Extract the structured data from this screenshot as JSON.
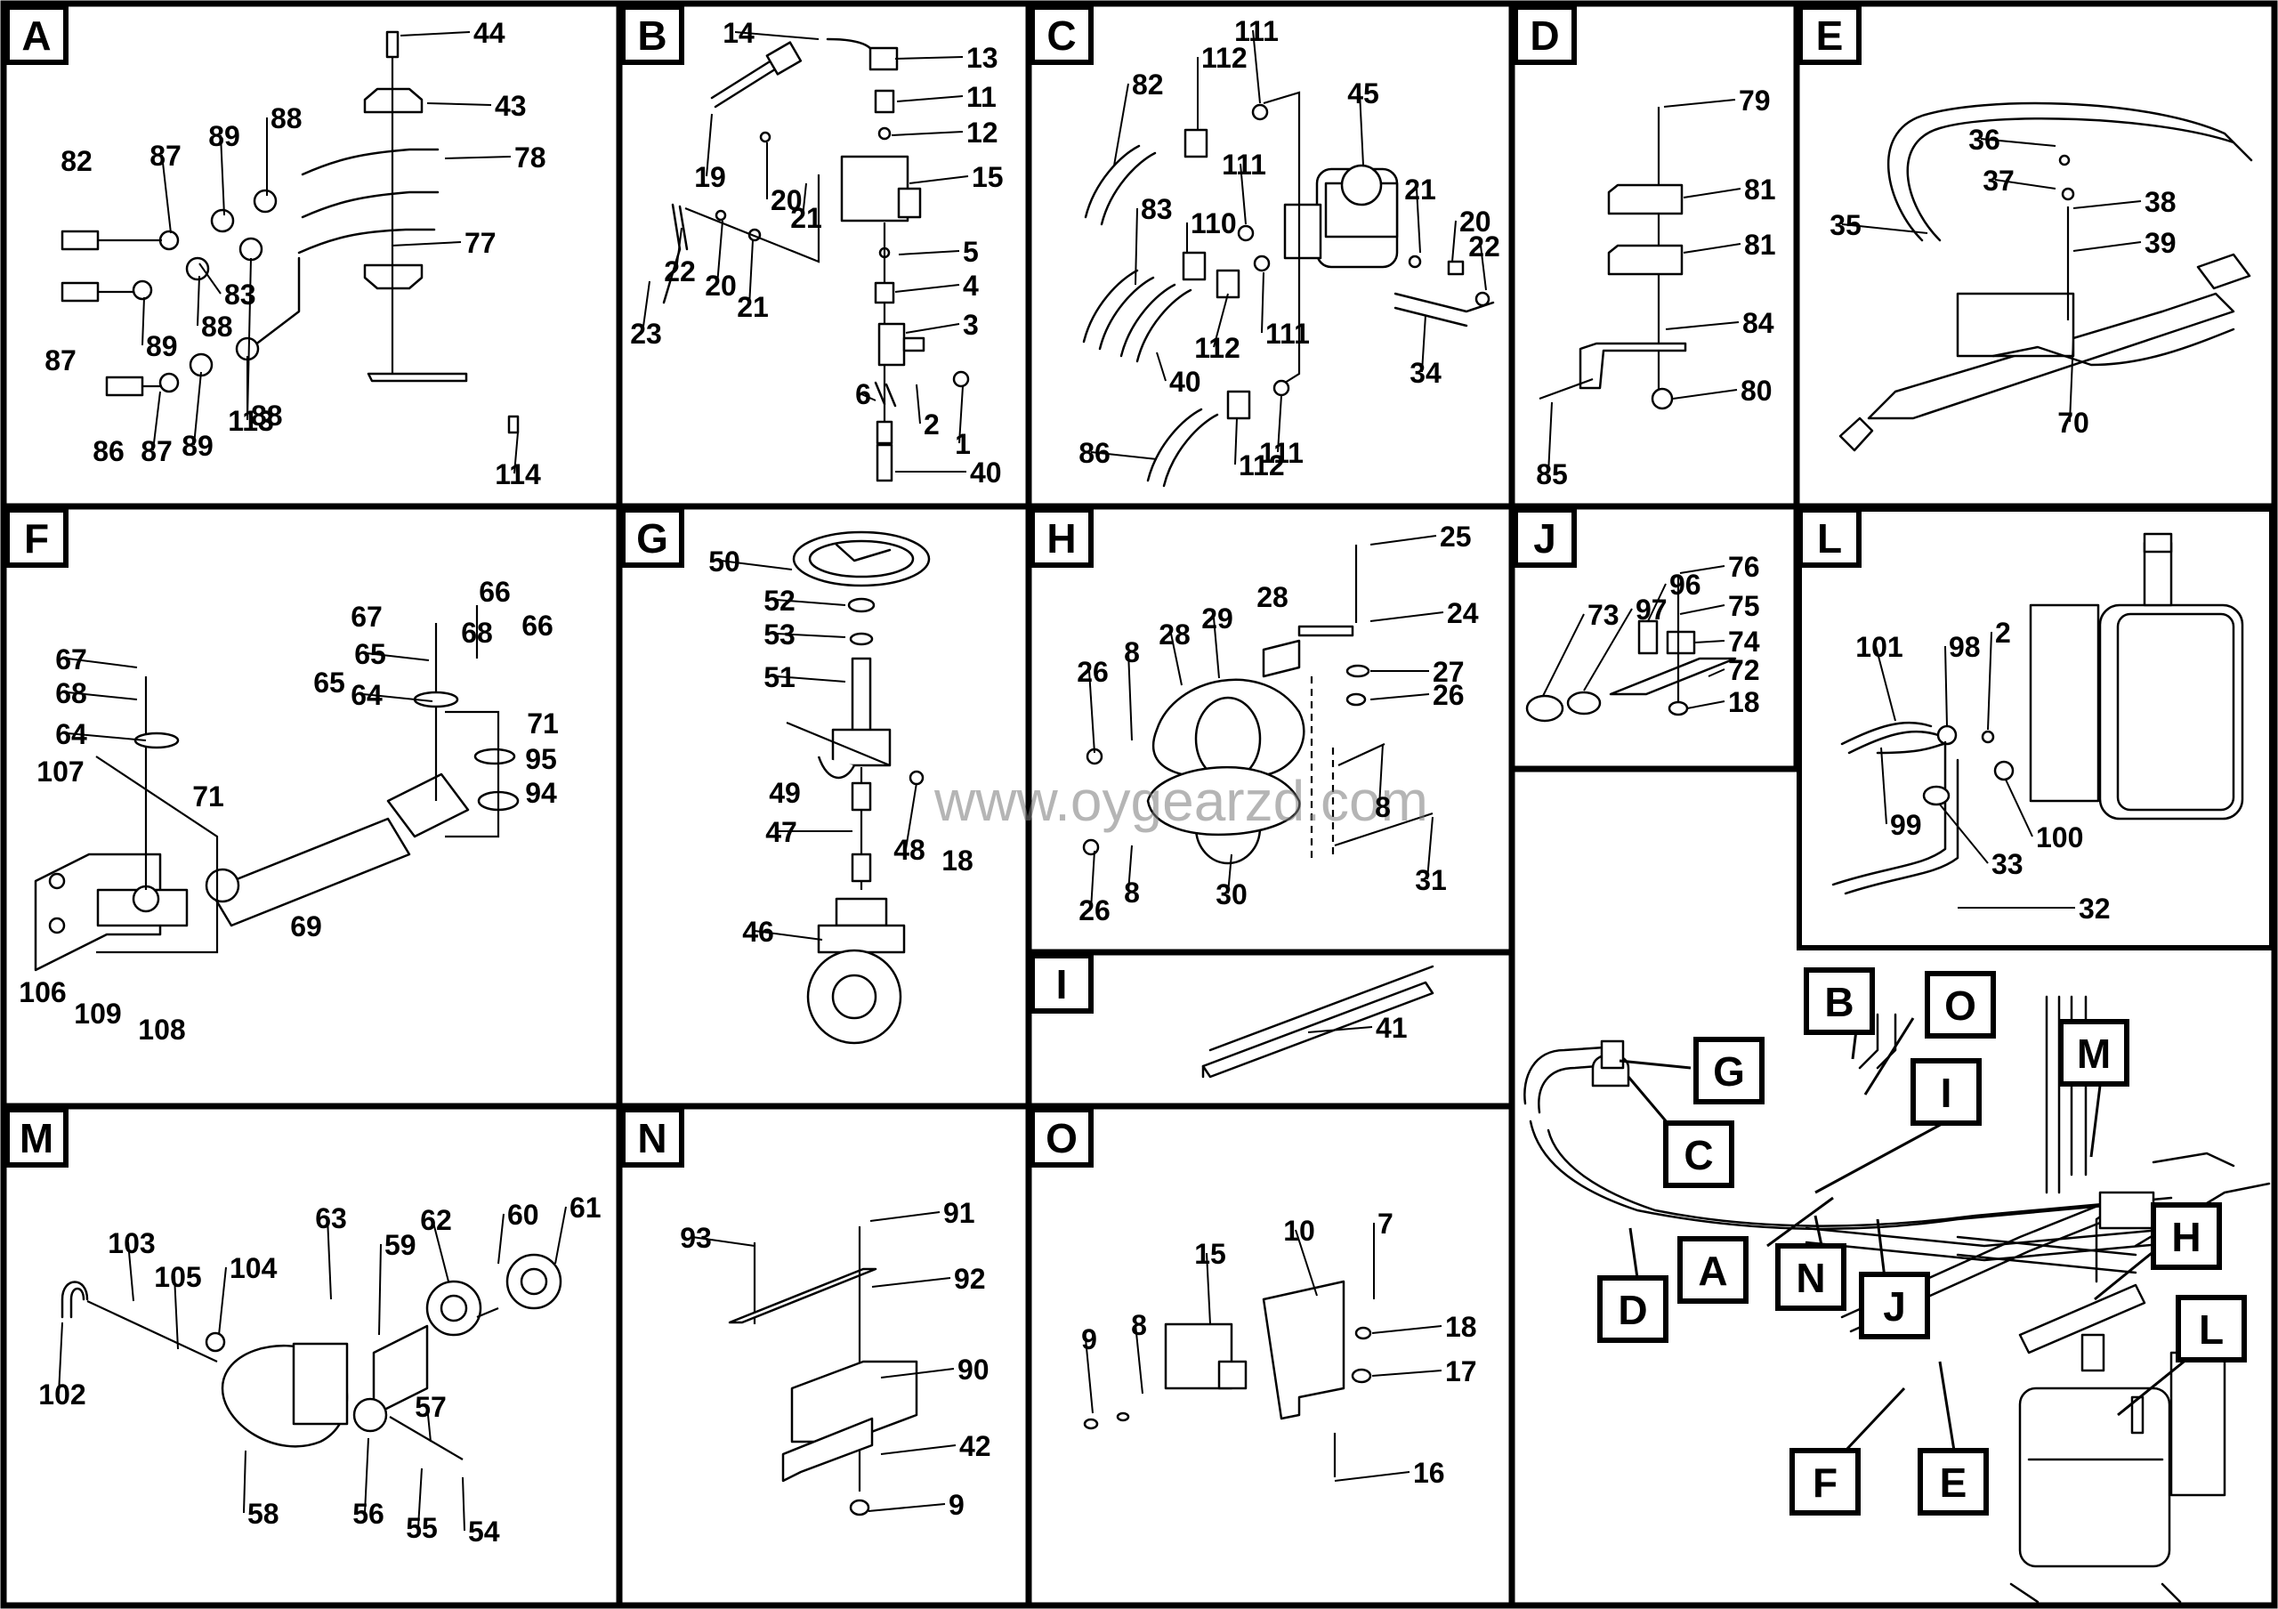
{
  "watermark": "www.oygearzd.com",
  "panels": [
    {
      "id": "A",
      "callouts": [
        "44",
        "43",
        "78",
        "82",
        "87",
        "89",
        "88",
        "77",
        "83",
        "87",
        "89",
        "88",
        "113",
        "86",
        "87",
        "89",
        "88",
        "114"
      ]
    },
    {
      "id": "B",
      "callouts": [
        "14",
        "13",
        "11",
        "12",
        "19",
        "20",
        "21",
        "15",
        "22",
        "20",
        "21",
        "23",
        "5",
        "4",
        "3",
        "6",
        "2",
        "1",
        "40"
      ]
    },
    {
      "id": "C",
      "callouts": [
        "111",
        "112",
        "82",
        "45",
        "21",
        "83",
        "110",
        "111",
        "20",
        "22",
        "40",
        "112",
        "111",
        "34",
        "86",
        "112",
        "111"
      ]
    },
    {
      "id": "D",
      "callouts": [
        "79",
        "81",
        "81",
        "84",
        "80",
        "85"
      ]
    },
    {
      "id": "E",
      "callouts": [
        "36",
        "37",
        "38",
        "35",
        "39",
        "70"
      ]
    },
    {
      "id": "F",
      "callouts": [
        "67",
        "66",
        "68",
        "65",
        "66",
        "67",
        "65",
        "68",
        "64",
        "64",
        "71",
        "107",
        "95",
        "94",
        "71",
        "69",
        "106",
        "109",
        "108"
      ]
    },
    {
      "id": "G",
      "callouts": [
        "50",
        "52",
        "53",
        "51",
        "49",
        "47",
        "48",
        "18",
        "46"
      ]
    },
    {
      "id": "H",
      "callouts": [
        "25",
        "28",
        "24",
        "26",
        "8",
        "28",
        "29",
        "8",
        "26",
        "27",
        "26",
        "8",
        "30",
        "31"
      ]
    },
    {
      "id": "I",
      "callouts": [
        "41"
      ]
    },
    {
      "id": "J",
      "callouts": [
        "73",
        "97",
        "96",
        "76",
        "75",
        "74",
        "72",
        "18"
      ]
    },
    {
      "id": "L",
      "callouts": [
        "101",
        "98",
        "2",
        "99",
        "100",
        "33",
        "32"
      ]
    },
    {
      "id": "M",
      "callouts": [
        "63",
        "62",
        "60",
        "61",
        "103",
        "59",
        "105",
        "104",
        "102",
        "57",
        "58",
        "56",
        "55",
        "54"
      ]
    },
    {
      "id": "N",
      "callouts": [
        "93",
        "91",
        "92",
        "90",
        "42",
        "9"
      ]
    },
    {
      "id": "O",
      "callouts": [
        "10",
        "7",
        "15",
        "18",
        "8",
        "17",
        "9",
        "16"
      ]
    }
  ],
  "overview_tags": [
    "B",
    "O",
    "G",
    "I",
    "M",
    "C",
    "H",
    "A",
    "N",
    "J",
    "D",
    "L",
    "F",
    "E"
  ]
}
